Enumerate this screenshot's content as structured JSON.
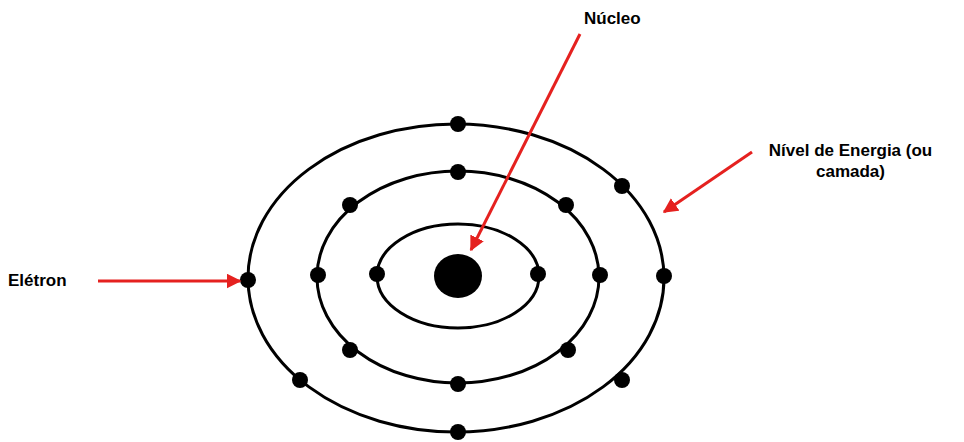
{
  "diagram": {
    "labels": [
      "Núcleo",
      "Nível de Energia (ou camada)",
      "Elétron"
    ]
  }
}
